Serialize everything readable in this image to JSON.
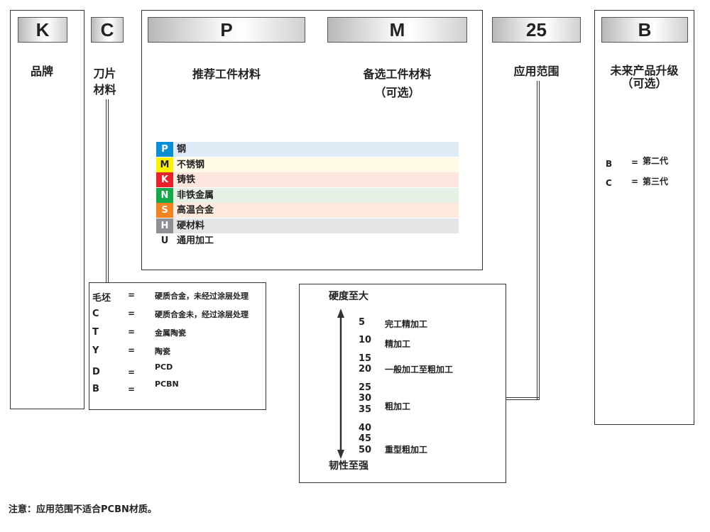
{
  "columns": {
    "brand": {
      "code": "K",
      "label": "品牌"
    },
    "insert_material": {
      "code": "C",
      "label_line1": "刀片",
      "label_line2": "材料"
    },
    "recommended": {
      "code": "P",
      "label": "推荐工件材料"
    },
    "alternative": {
      "code": "M",
      "label": "备选工件材料",
      "sub": "（可选）"
    },
    "application": {
      "code": "25",
      "label": "应用范围"
    },
    "upgrade": {
      "code": "B",
      "label": "未来产品升级",
      "sub": "（可选）"
    }
  },
  "materials": [
    {
      "code": "P",
      "name": "钢",
      "code_color": "#0a8fd6",
      "row_color": "#deebf7",
      "code_text": "#ffffff"
    },
    {
      "code": "M",
      "name": "不锈钢",
      "code_color": "#fff200",
      "row_color": "#fffbe6",
      "code_text": "#222222"
    },
    {
      "code": "K",
      "name": "铸铁",
      "code_color": "#e8202a",
      "row_color": "#fde6dd",
      "code_text": "#ffffff"
    },
    {
      "code": "N",
      "name": "非铁金属",
      "code_color": "#14a84a",
      "row_color": "#e5f1e4",
      "code_text": "#ffffff"
    },
    {
      "code": "S",
      "name": "高温合金",
      "code_color": "#f58220",
      "row_color": "#feeadc",
      "code_text": "#ffffff"
    },
    {
      "code": "H",
      "name": "硬材料",
      "code_color": "#8e9094",
      "row_color": "#e4e5e7",
      "code_text": "#ffffff"
    },
    {
      "code": "U",
      "name": "通用加工",
      "code_color": "#ffffff",
      "row_color": "#ffffff",
      "code_text": "#222222"
    }
  ],
  "insert_codes": [
    {
      "code": "毛坯",
      "eq": "=",
      "desc": "硬质合金，未经过涂层处理"
    },
    {
      "code": "C",
      "eq": "=",
      "desc": "硬质合金未，经过涂层处理"
    },
    {
      "code": "T",
      "eq": "=",
      "desc": "金属陶瓷"
    },
    {
      "code": "Y",
      "eq": "=",
      "desc": "陶瓷"
    },
    {
      "code": "D",
      "eq": "=",
      "desc": "PCD"
    },
    {
      "code": "B",
      "eq": "=",
      "desc": "PCBN"
    }
  ],
  "application_range": {
    "top": "硬度至大",
    "bottom": "韧性至强",
    "numbers": [
      "5",
      "10",
      "15",
      "20",
      "25",
      "30",
      "35",
      "40",
      "45",
      "50"
    ],
    "operations": [
      "完工精加工",
      "精加工",
      "一般加工至粗加工",
      "粗加工",
      "重型粗加工"
    ]
  },
  "upgrade_codes": [
    {
      "code": "B",
      "eq": "=",
      "desc": "第二代"
    },
    {
      "code": "C",
      "eq": "=",
      "desc": "第三代"
    }
  ],
  "note": "注意：应用范围不适合PCBN材质。"
}
